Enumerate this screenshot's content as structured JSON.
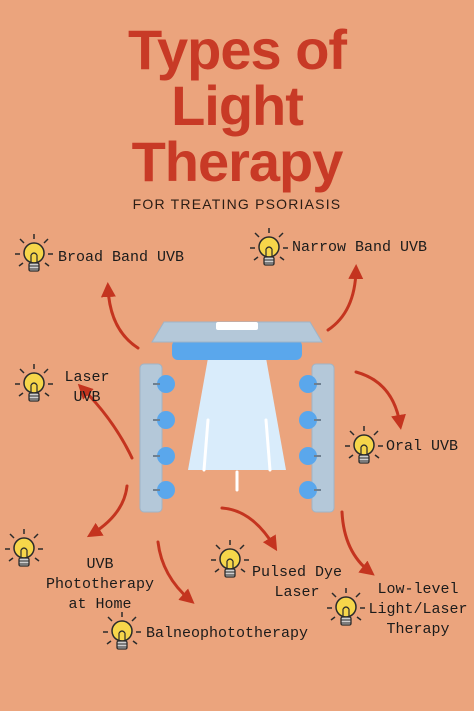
{
  "title": {
    "line1": "Types of",
    "line2": "Light",
    "line3": "Therapy"
  },
  "subtitle": "FOR TREATING PSORIASIS",
  "colors": {
    "background": "#eba47d",
    "title": "#c83a26",
    "arrow": "#c4341f",
    "bulb": "#f6d64a",
    "device_panel": "#b4c8d9",
    "lamp_blue": "#5aa7ec",
    "light_beam": "#d9ecfb"
  },
  "device": {
    "icon": "uv-lamp-device-icon"
  },
  "therapies": [
    {
      "id": "broad-band-uvb",
      "lines": [
        "Broad Band UVB"
      ],
      "icon": "lightbulb-icon"
    },
    {
      "id": "narrow-band-uvb",
      "lines": [
        "Narrow Band UVB"
      ],
      "icon": "lightbulb-icon"
    },
    {
      "id": "laser-uvb",
      "lines": [
        "Laser",
        "UVB"
      ],
      "icon": "lightbulb-icon"
    },
    {
      "id": "oral-uvb",
      "lines": [
        "Oral UVB"
      ],
      "icon": "lightbulb-icon"
    },
    {
      "id": "uvb-phototherapy-at-home",
      "lines": [
        "UVB",
        "Phototherapy",
        "at Home"
      ],
      "icon": "lightbulb-icon"
    },
    {
      "id": "pulsed-dye-laser",
      "lines": [
        "Pulsed Dye",
        "Laser"
      ],
      "icon": "lightbulb-icon"
    },
    {
      "id": "low-level-light-laser-therapy",
      "lines": [
        "Low-level",
        "Light/Laser",
        "Therapy"
      ],
      "icon": "lightbulb-icon"
    },
    {
      "id": "balneophototherapy",
      "lines": [
        "Balneophototherapy"
      ],
      "icon": "lightbulb-icon"
    }
  ]
}
